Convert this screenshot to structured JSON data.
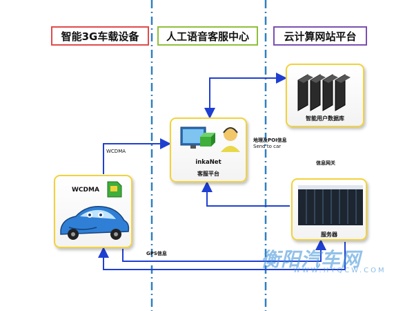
{
  "headers": {
    "device": "智能3G车载设备",
    "callcenter": "人工语音客服中心",
    "cloud": "云计算网站平台"
  },
  "nodes": {
    "kefu": {
      "name": "inkaNet",
      "subtitle": "客服平台"
    },
    "car": {
      "title": "WCDMA"
    },
    "db": {
      "label": "智能用户数据库"
    },
    "server": {
      "label": "服务器"
    }
  },
  "edges": {
    "wcdma": "WCDMA",
    "poi_line1": "地理及POI信息",
    "poi_line2": "Send to car",
    "info_gateway": "信息网关",
    "gps": "GPS信息"
  },
  "watermark": {
    "logo": "衡阳汽车网",
    "url": "WWW.HYQCW.COM"
  },
  "colors": {
    "arrow": "#1f3fd1",
    "divider": "#2e7fc0",
    "node_border": "#f2d23a"
  }
}
